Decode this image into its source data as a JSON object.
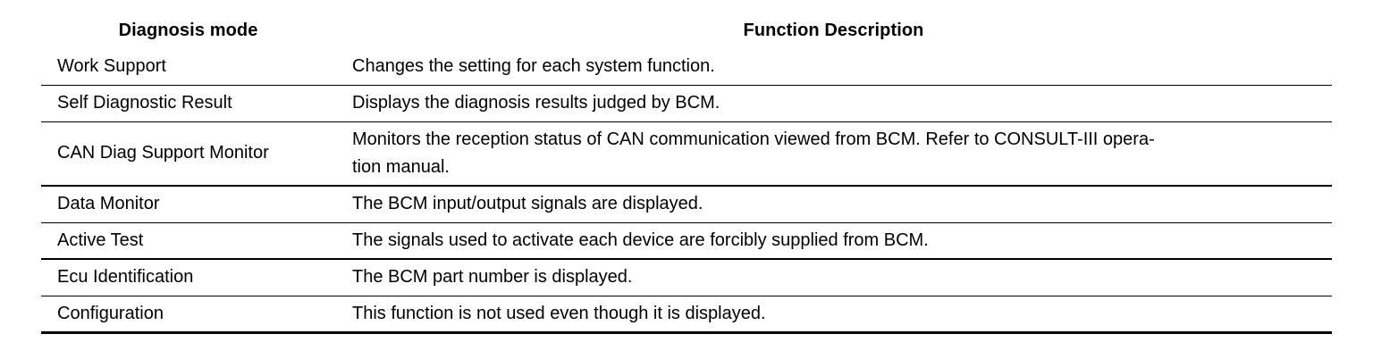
{
  "table": {
    "columns": [
      {
        "key": "mode",
        "header": "Diagnosis mode"
      },
      {
        "key": "description",
        "header": "Function Description"
      }
    ],
    "rows": [
      {
        "mode": "Work Support",
        "description_lines": [
          "Changes the setting for each system function."
        ]
      },
      {
        "mode": "Self Diagnostic Result",
        "description_lines": [
          "Displays the diagnosis results judged by BCM."
        ]
      },
      {
        "mode": "CAN Diag Support Monitor",
        "description_lines": [
          "Monitors the reception status of CAN communication viewed from BCM. Refer to CONSULT-III opera-",
          "tion manual."
        ]
      },
      {
        "mode": "Data Monitor",
        "description_lines": [
          "The BCM input/output signals are displayed."
        ]
      },
      {
        "mode": "Active Test",
        "description_lines": [
          "The signals used to activate each device are forcibly supplied from BCM."
        ]
      },
      {
        "mode": "Ecu Identification",
        "description_lines": [
          "The BCM part number is displayed."
        ]
      },
      {
        "mode": "Configuration",
        "description_lines": [
          "This function is not used even though it is displayed."
        ]
      }
    ]
  }
}
